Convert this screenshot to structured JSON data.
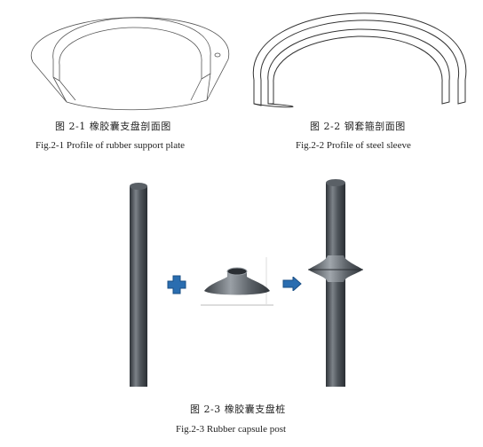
{
  "figures": [
    {
      "id": "2-1",
      "caption_cn": "图 2-1  橡胶囊支盘剖面图",
      "caption_en": "Fig.2-1 Profile of rubber support plate"
    },
    {
      "id": "2-2",
      "caption_cn": "图 2-2  钢套箍剖面图",
      "caption_en": "Fig.2-2 Profile of steel sleeve"
    },
    {
      "id": "2-3",
      "caption_cn": "图 2-3  橡胶囊支盘桩",
      "caption_en": "Fig.2-3 Rubber capsule post"
    }
  ],
  "colors": {
    "pile_dark": "#3a3f44",
    "pile_light": "#8a9096",
    "arrow_blue": "#2a6db0",
    "line": "#555555"
  },
  "icons": [
    "plus-icon",
    "right-arrow-icon"
  ]
}
